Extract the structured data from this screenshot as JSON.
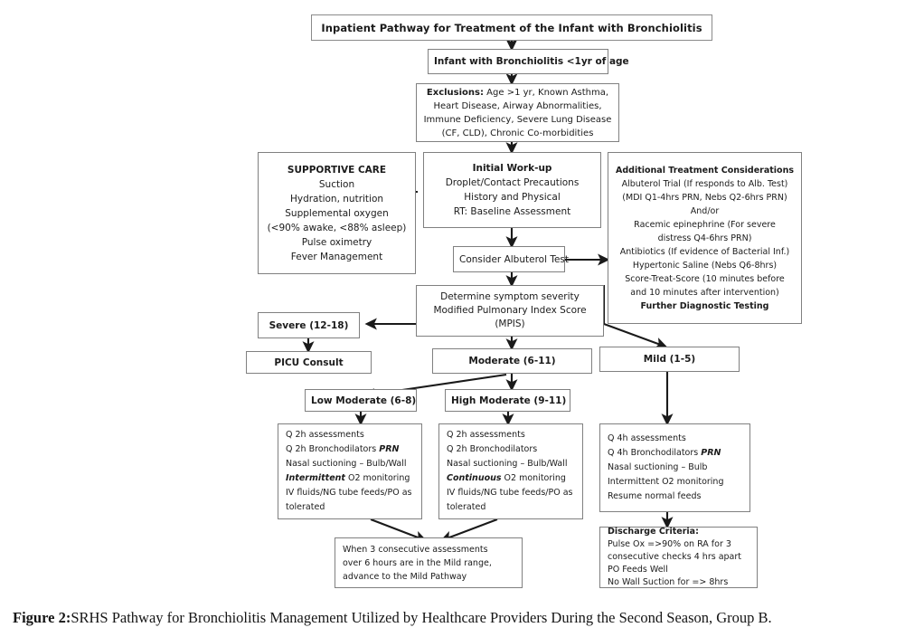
{
  "figure": {
    "caption_lead": "Figure 2:",
    "caption_rest": " SRHS Pathway for Bronchiolitis Management Utilized by Healthcare Providers During the Second Season, Group B."
  },
  "colors": {
    "box_border": "#808080",
    "text": "#1b1b1b",
    "arrow": "#1a1a1a",
    "background": "#ffffff"
  },
  "nodes": {
    "title": {
      "text": "Inpatient Pathway for Treatment of the Infant with Bronchiolitis"
    },
    "infant": {
      "text": "Infant with Bronchiolitis <1yr of age"
    },
    "exclusions": {
      "line1_bold": "Exclusions:",
      "line1_rest": " Age >1 yr, Known Asthma,",
      "line2": "Heart Disease, Airway Abnormalities,",
      "line3": "Immune Deficiency, Severe Lung Disease",
      "line4": "(CF, CLD), Chronic Co-morbidities"
    },
    "supportive_care": {
      "heading": "SUPPORTIVE CARE",
      "lines": [
        "Suction",
        "Hydration, nutrition",
        "Supplemental oxygen",
        "(<90% awake, <88% asleep)",
        "Pulse oximetry",
        "Fever Management"
      ]
    },
    "initial_workup": {
      "heading": "Initial Work-up",
      "lines": [
        "Droplet/Contact Precautions",
        "History and Physical",
        "RT: Baseline Assessment"
      ]
    },
    "additional_treatment": {
      "heading": "Additional Treatment Considerations",
      "lines": [
        "Albuterol Trial (If responds to Alb. Test)",
        "(MDI Q1-4hrs PRN, Nebs Q2-6hrs PRN)",
        "And/or",
        "Racemic epinephrine (For severe",
        "distress Q4-6hrs PRN)",
        "Antibiotics (If evidence of Bacterial Inf.)",
        "Hypertonic Saline (Nebs Q6-8hrs)",
        "Score-Treat-Score (10 minutes before",
        "and 10 minutes after intervention)"
      ],
      "footer_bold": "Further Diagnostic Testing"
    },
    "consider_albuterol": {
      "text": "Consider Albuterol Test"
    },
    "determine_severity": {
      "lines": [
        "Determine symptom severity",
        "Modified Pulmonary Index Score",
        "(MPIS)"
      ]
    },
    "severe": {
      "text": "Severe (12-18)"
    },
    "picu": {
      "text": "PICU Consult"
    },
    "moderate": {
      "text": "Moderate (6-11)"
    },
    "mild": {
      "text": "Mild (1-5)"
    },
    "low_moderate": {
      "text": "Low Moderate (6-8)"
    },
    "high_moderate": {
      "text": "High Moderate (9-11)"
    },
    "low_moderate_care": {
      "lines": [
        {
          "pre": "Q 2h assessments",
          "em": "",
          "post": ""
        },
        {
          "pre": "Q 2h Bronchodilators ",
          "em": "PRN",
          "post": ""
        },
        {
          "pre": "Nasal suctioning – Bulb/Wall",
          "em": "",
          "post": ""
        },
        {
          "pre": "",
          "em": "Intermittent",
          "post": " O2 monitoring"
        },
        {
          "pre": "IV fluids/NG tube feeds/PO as",
          "em": "",
          "post": ""
        },
        {
          "pre": "tolerated",
          "em": "",
          "post": ""
        }
      ]
    },
    "high_moderate_care": {
      "lines": [
        {
          "pre": "Q 2h assessments",
          "em": "",
          "post": ""
        },
        {
          "pre": "Q 2h Bronchodilators",
          "em": "",
          "post": ""
        },
        {
          "pre": "Nasal suctioning – Bulb/Wall",
          "em": "",
          "post": ""
        },
        {
          "pre": "",
          "em": "Continuous",
          "post": "  O2 monitoring"
        },
        {
          "pre": "IV fluids/NG tube feeds/PO as",
          "em": "",
          "post": ""
        },
        {
          "pre": "tolerated",
          "em": "",
          "post": ""
        }
      ]
    },
    "mild_care": {
      "lines": [
        {
          "pre": "Q 4h assessments",
          "em": "",
          "post": ""
        },
        {
          "pre": "Q 4h Bronchodilators ",
          "em": "PRN",
          "post": ""
        },
        {
          "pre": "Nasal suctioning – Bulb",
          "em": "",
          "post": ""
        },
        {
          "pre": "Intermittent O2 monitoring",
          "em": "",
          "post": ""
        },
        {
          "pre": "Resume normal feeds",
          "em": "",
          "post": ""
        }
      ]
    },
    "advance_mild": {
      "lines": [
        "When 3 consecutive assessments",
        "over 6 hours are in the Mild range,",
        "advance to the Mild Pathway"
      ]
    },
    "discharge": {
      "heading": "Discharge Criteria:",
      "lines": [
        "Pulse Ox =>90% on RA for 3",
        "consecutive checks 4 hrs apart",
        "PO Feeds Well",
        "No Wall Suction for => 8hrs"
      ]
    }
  }
}
